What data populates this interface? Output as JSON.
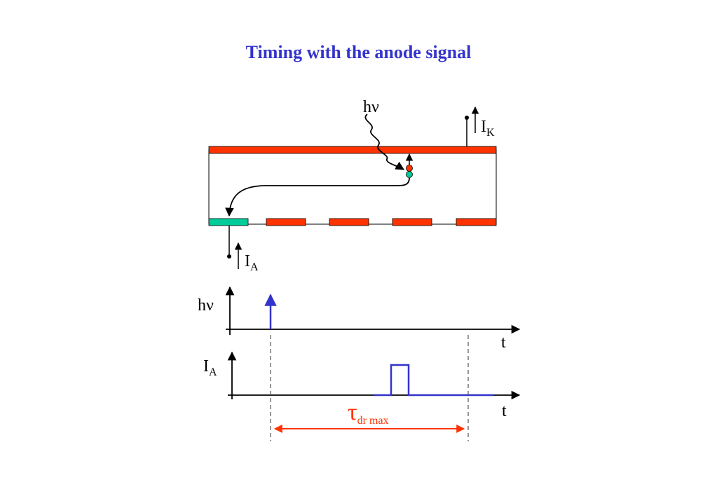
{
  "title": "Timing with the anode signal",
  "labels": {
    "photon": "hν",
    "cathode_current_main": "I",
    "cathode_current_sub": "K",
    "anode_current_main": "I",
    "anode_current_sub": "A",
    "axis_photon": "hν",
    "axis_anode_main": "I",
    "axis_anode_sub": "A",
    "time_axis_1": "t",
    "time_axis_2": "t",
    "drift_symbol": "τ",
    "drift_sub": "dr max"
  },
  "colors": {
    "title": "#3333cc",
    "electrode": "#ff3300",
    "anode_pad": "#00cc99",
    "signal": "#3333cc",
    "drift_arrow": "#ff3300",
    "ion": "#ff3300",
    "electron": "#00cc99"
  }
}
